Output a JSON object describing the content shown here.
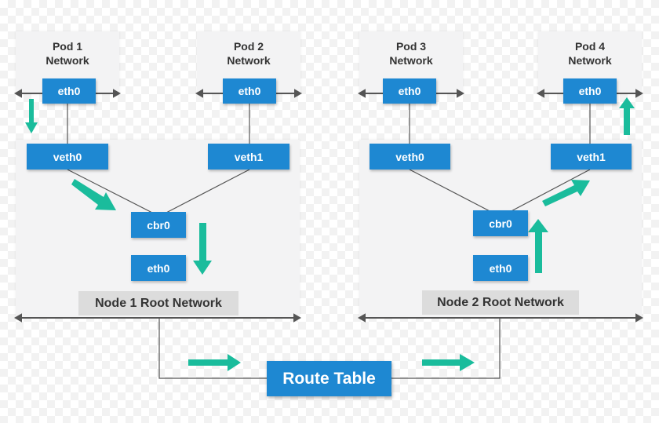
{
  "pods": [
    {
      "title": "Pod 1\nNetwork",
      "eth": "eth0"
    },
    {
      "title": "Pod 2\nNetwork",
      "eth": "eth0"
    },
    {
      "title": "Pod 3\nNetwork",
      "eth": "eth0"
    },
    {
      "title": "Pod 4\nNetwork",
      "eth": "eth0"
    }
  ],
  "nodes": [
    {
      "label": "Node 1 Root Network",
      "veth_a": "veth0",
      "veth_b": "veth1",
      "bridge": "cbr0",
      "eth": "eth0"
    },
    {
      "label": "Node 2 Root Network",
      "veth_a": "veth0",
      "veth_b": "veth1",
      "bridge": "cbr0",
      "eth": "eth0"
    }
  ],
  "route_table": {
    "label": "Route Table"
  },
  "colors": {
    "box": "#1e88d2",
    "arrow": "#1abc9c",
    "line": "#555555",
    "panel": "#f3f3f4"
  }
}
